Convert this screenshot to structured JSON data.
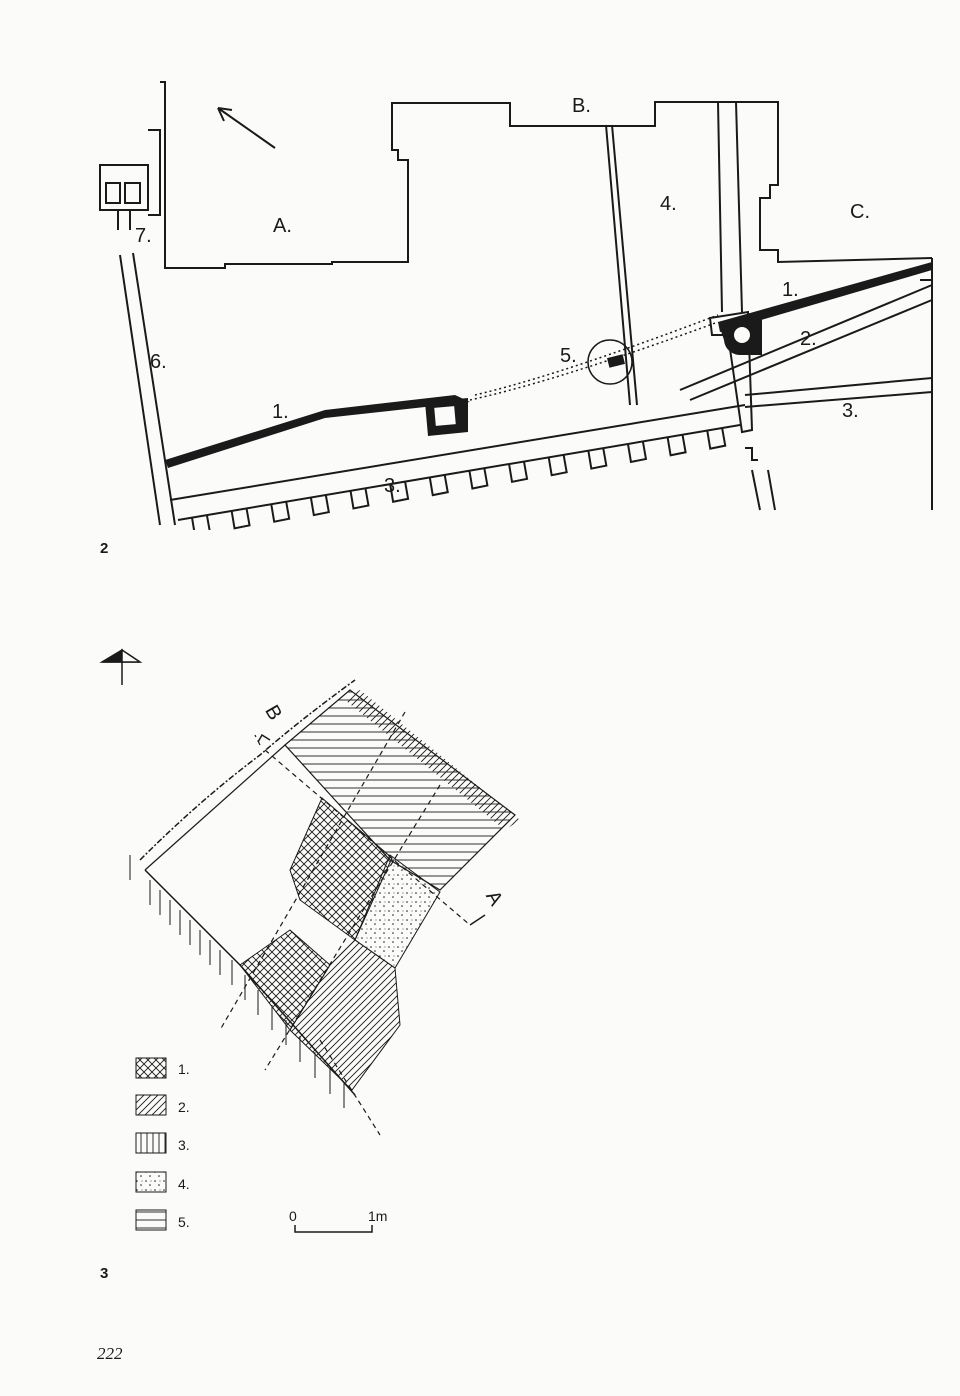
{
  "figure2": {
    "number": "2",
    "labels": {
      "A": "A.",
      "B": "B.",
      "C": "C.",
      "n1_left": "1.",
      "n1_right": "1.",
      "n2": "2.",
      "n3_left": "3.",
      "n3_right": "3.",
      "n4": "4.",
      "n5": "5.",
      "n6": "6.",
      "n7": "7."
    }
  },
  "figure3": {
    "number": "3",
    "section_labels": {
      "A": "A",
      "B": "B"
    },
    "legend": [
      {
        "label": "1.",
        "pattern": "cross-hatch"
      },
      {
        "label": "2.",
        "pattern": "diagonal-hatch"
      },
      {
        "label": "3.",
        "pattern": "vertical-lines"
      },
      {
        "label": "4.",
        "pattern": "stipple"
      },
      {
        "label": "5.",
        "pattern": "horizontal-lines"
      }
    ],
    "scale": {
      "start": "0",
      "end": "1m"
    }
  },
  "page_number": "222",
  "colors": {
    "ink": "#1a1a1a",
    "paper": "#fbfbfa"
  }
}
